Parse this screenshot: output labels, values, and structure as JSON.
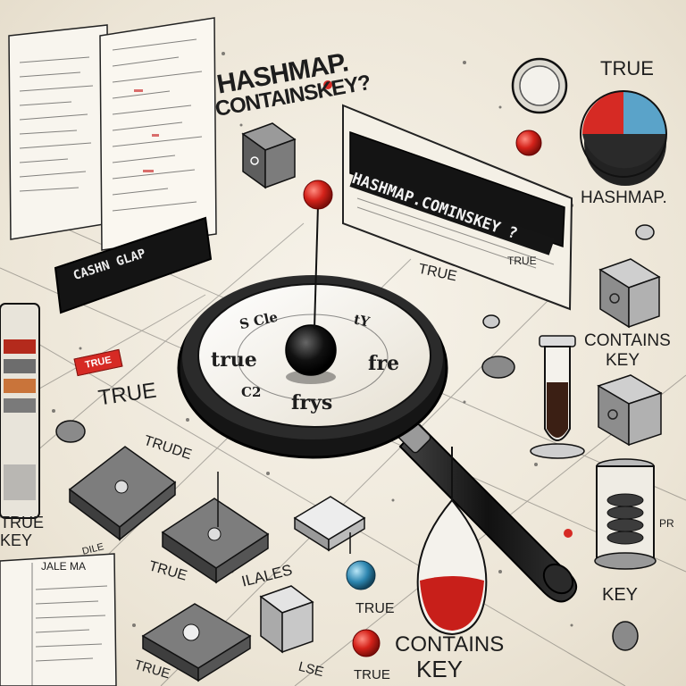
{
  "labels": {
    "hashmap_title_line1": "HASHMAP.",
    "hashmap_title_line2": "CONTAINSKEY?",
    "banner_text": "HASHMAP.COMINSKEY ?",
    "left_banner_text": "CASHN GLAP",
    "red_tag_text": "TRUE",
    "true_top_right": "TRUE",
    "hashmap_right": "HASHMAP.",
    "true_mid": "TRUE",
    "true_small": "TRUE",
    "contains_key_right_line1": "CONTAINS",
    "contains_key_right_line2": "KEY",
    "true_left": "TRUE",
    "true_key_left_line1": "TRUE",
    "true_key_left_line2": "KEY",
    "trude_left": "TRUDE",
    "pr_right": "PR",
    "true_bottom_left": "TRUE",
    "ilales": "ILALES",
    "true_bottom": "TRUE",
    "key_bottom_right": "KEY",
    "contains_key_bottom_line1": "CONTAINS",
    "contains_key_bottom_line2": "KEY",
    "lse": "LSE",
    "tru_bottom": "TRUE",
    "trup_bottom": "TRUE",
    "dile": "DILE",
    "jale_ma": "JALE MA",
    "lens_true": "true",
    "lens_fre": "fre",
    "lens_frys": "frys",
    "lens_tl": "S Cle",
    "lens_tr": "tY",
    "lens_bl": "C2"
  },
  "colors": {
    "ink": "#1b1b1b",
    "paper": "#f1ece0",
    "accent_red": "#d62a24",
    "accent_blue": "#3a8fb5",
    "glass_dark": "#111111"
  },
  "icons": {
    "magnifier": "magnifying-glass-icon",
    "pie": "pie-chart-icon",
    "test_tube": "test-tube-icon",
    "beaker": "flask-icon",
    "cube": "cube-icon",
    "pin": "pin-icon"
  }
}
